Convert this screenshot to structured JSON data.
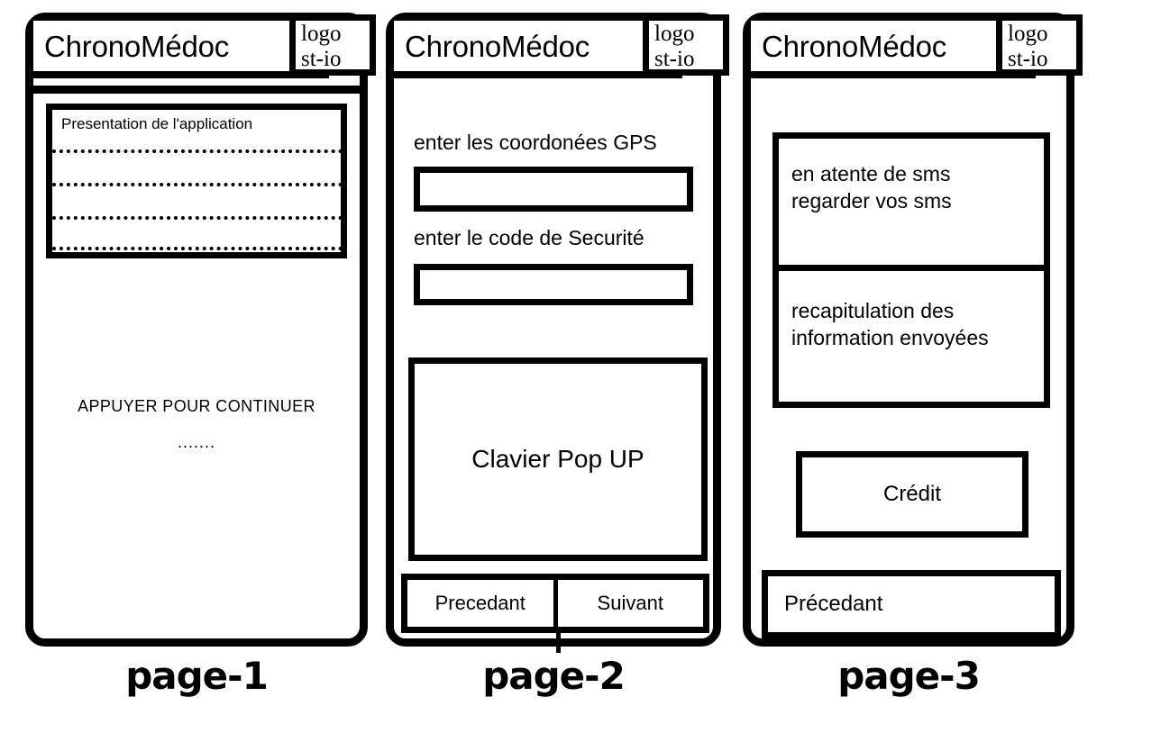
{
  "app": {
    "title": "ChronoMédoc",
    "logo_badge": {
      "line1": "logo",
      "line2": "st-io"
    }
  },
  "page1": {
    "caption": "page-1",
    "content_title": "Presentation de l'application",
    "dotted_line_count": 4,
    "press_to_continue": "APPUYER POUR CONTINUER",
    "dots": "......."
  },
  "page2": {
    "caption": "page-2",
    "gps_label": "enter les coordonées GPS",
    "gps_value": "",
    "code_label": "enter le code de Securité",
    "code_value": "",
    "keyboard_label": "Clavier Pop UP",
    "previous_button": "Precedant",
    "next_button": "Suivant"
  },
  "page3": {
    "caption": "page-3",
    "status_line1": "en atente de sms",
    "status_line2": "regarder vos sms",
    "summary_line1": "recapitulation des",
    "summary_line2": "information envoyées",
    "credit_button": "Crédit",
    "previous_button": "Précedant"
  }
}
